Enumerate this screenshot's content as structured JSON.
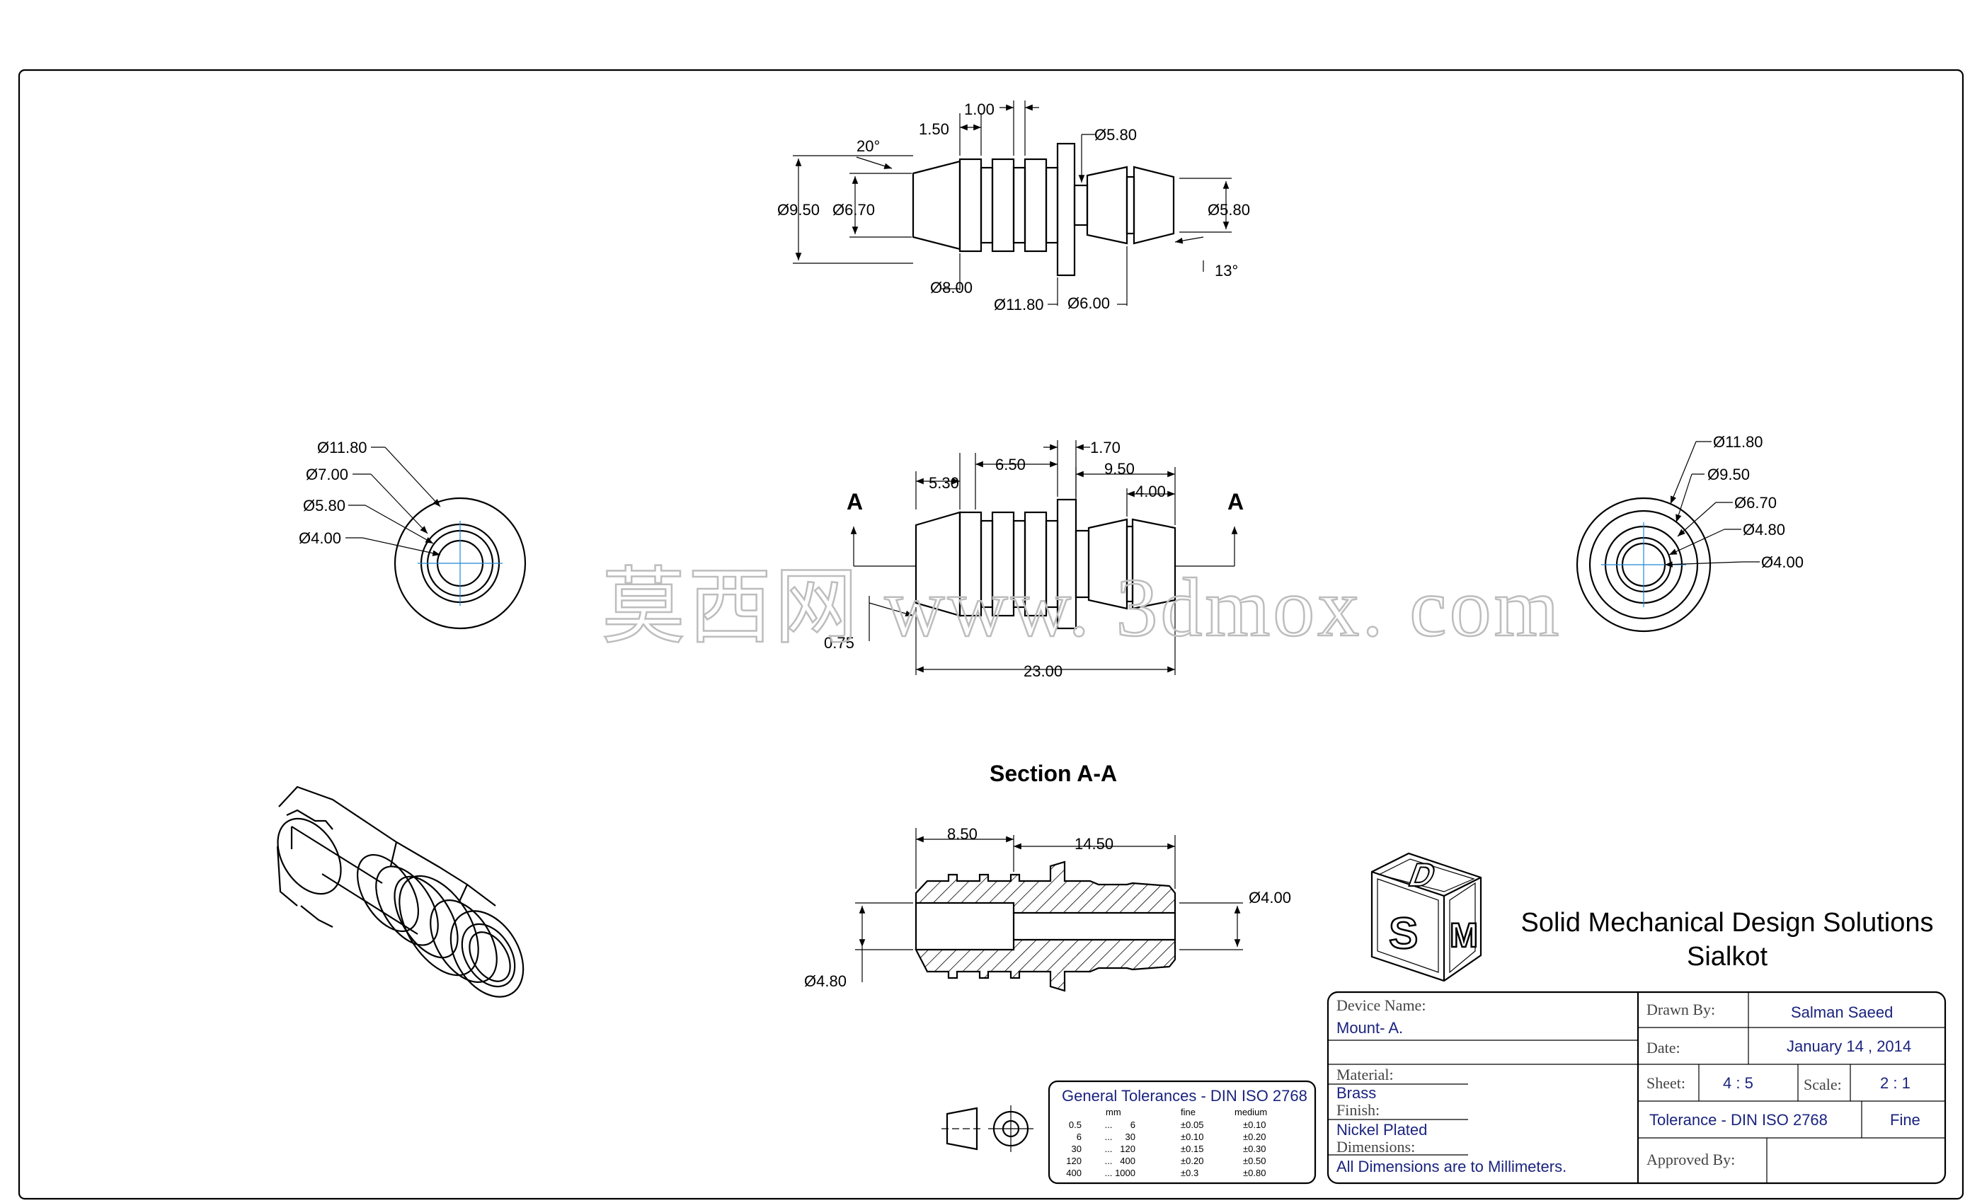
{
  "drawing": {
    "dims_top": {
      "d_1_00": "1.00",
      "d_1_50": "1.50",
      "angle_20": "20°",
      "dia_5_80_top": "Ø5.80",
      "dia_9_50": "Ø9.50",
      "dia_6_70": "Ø6.70",
      "dia_5_80_right": "Ø5.80",
      "angle_13": "13°",
      "dia_8_00": "Ø8.00",
      "dia_11_80": "Ø11.80",
      "dia_6_00": "Ø6.00"
    },
    "dims_mid": {
      "d_1_70": "1.70",
      "d_6_50": "6.50",
      "d_5_30": "5.30",
      "d_9_50": "9.50",
      "d_4_00": "4.00",
      "d_0_75": "0.75",
      "d_23_00": "23.00",
      "section_mark_left": "A",
      "section_mark_right": "A"
    },
    "dims_left_view": [
      "Ø11.80",
      "Ø7.00",
      "Ø5.80",
      "Ø4.00"
    ],
    "dims_right_view": [
      "Ø11.80",
      "Ø9.50",
      "Ø6.70",
      "Ø4.80",
      "Ø4.00"
    ],
    "section": {
      "title": "Section A-A",
      "d_8_50": "8.50",
      "d_14_50": "14.50",
      "dia_4_00": "Ø4.00",
      "dia_4_80": "Ø4.80"
    },
    "watermark": "莫西网 www. 3dmox. com"
  },
  "company": {
    "line1": "Solid Mechanical Design Solutions",
    "line2": "Sialkot",
    "logo_letters": [
      "D",
      "S",
      "M"
    ]
  },
  "title_block": {
    "device_name_label": "Device Name:",
    "device_name": "Mount- A.",
    "material_label": "Material:",
    "material": "Brass",
    "finish_label": "Finish:",
    "finish": "Nickel Plated",
    "dimensions_label": "Dimensions:",
    "dimensions": "All Dimensions are to Millimeters.",
    "drawn_by_label": "Drawn By:",
    "drawn_by": "Salman Saeed",
    "date_label": "Date:",
    "date": "January 14 , 2014",
    "sheet_label": "Sheet:",
    "sheet": "4 : 5",
    "scale_label": "Scale:",
    "scale": "2 : 1",
    "tolerance": "Tolerance - DIN ISO 2768",
    "tolerance_class": "Fine",
    "approved_by_label": "Approved By:"
  },
  "tolerance_table": {
    "title": "General Tolerances - DIN ISO 2768",
    "headers": [
      "mm",
      "fine",
      "medium"
    ],
    "rows": [
      [
        "0.5",
        "...",
        "6",
        "±0.05",
        "±0.10"
      ],
      [
        "6",
        "...",
        "30",
        "±0.10",
        "±0.20"
      ],
      [
        "30",
        "...",
        "120",
        "±0.15",
        "±0.30"
      ],
      [
        "120",
        "...",
        "400",
        "±0.20",
        "±0.50"
      ],
      [
        "400",
        "...",
        "1000",
        "±0.3",
        "±0.80"
      ]
    ]
  }
}
